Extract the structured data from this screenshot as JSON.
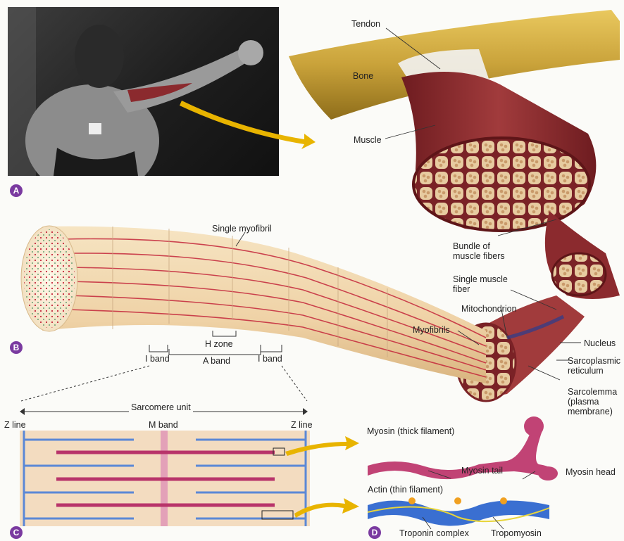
{
  "panels": {
    "a": "A",
    "b": "B",
    "c": "C",
    "d": "D"
  },
  "labels": {
    "tendon": "Tendon",
    "bone": "Bone",
    "muscle": "Muscle",
    "single_myofibril": "Single myofibril",
    "bundle_of_muscle_fibers": "Bundle of muscle fibers",
    "single_muscle_fiber": "Single muscle fiber",
    "mitochondrion": "Mitochondrion",
    "myofibrils": "Myofibrils",
    "nucleus": "Nucleus",
    "sarcoplasmic_reticulum": "Sarcoplasmic reticulum",
    "sarcolemma": "Sarcolemma (plasma membrane)",
    "h_zone": "H zone",
    "i_band_left": "I band",
    "a_band": "A band",
    "i_band_right": "I band",
    "sarcomere_unit": "Sarcomere unit",
    "z_line_left": "Z line",
    "m_band": "M band",
    "z_line_right": "Z line",
    "myosin": "Myosin (thick filament)",
    "myosin_tail": "Myosin tail",
    "myosin_head": "Myosin head",
    "actin": "Actin (thin filament)",
    "troponin_complex": "Troponin complex",
    "tropomyosin": "Tropomyosin"
  },
  "colors": {
    "muscle": "#8b2a2e",
    "muscle_dark": "#5e1518",
    "bone": "#c9a23a",
    "myofibril": "#f1d9b0",
    "myofibril_line": "#c4273b",
    "myosin": "#b8346a",
    "actin": "#3a6fd1",
    "arrow": "#e8b400",
    "panel_letter": "#7a3aa0"
  },
  "icons": {
    "arrow_a": "yellow-arrow-icon",
    "arrow_c1": "yellow-arrow-icon",
    "arrow_c2": "yellow-arrow-icon"
  }
}
